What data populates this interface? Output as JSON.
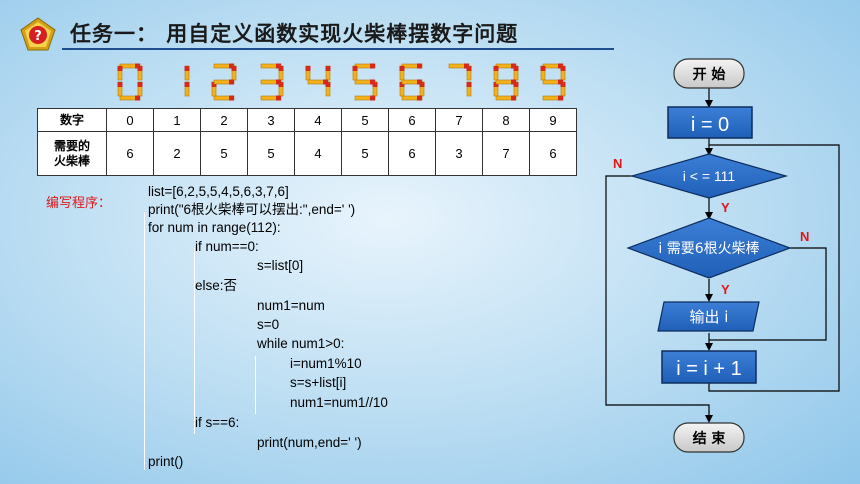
{
  "header": {
    "title": "任务一：  用自定义函数实现火柴棒摆数字问题",
    "icon": "question-mark-pentagon-icon"
  },
  "digit_banner": [
    "0",
    "1",
    "2",
    "3",
    "4",
    "5",
    "6",
    "7",
    "8",
    "9"
  ],
  "table": {
    "row1_header": "数字",
    "row2_header_line1": "需要的",
    "row2_header_line2": "火柴棒",
    "digits": [
      "0",
      "1",
      "2",
      "3",
      "4",
      "5",
      "6",
      "7",
      "8",
      "9"
    ],
    "counts": [
      "6",
      "2",
      "5",
      "5",
      "4",
      "5",
      "6",
      "3",
      "7",
      "6"
    ]
  },
  "code": {
    "label": "编写程序：",
    "lines": [
      "list=[6,2,5,5,4,5,6,3,7,6]",
      "print(\"6根火柴棒可以摆出:\",end=' ')",
      "for num in range(112):",
      "if num==0:",
      "s=list[0]",
      "else:否",
      "num1=num",
      "s=0",
      "while num1>0:",
      "i=num1%10",
      "s=s+list[i]",
      "num1=num1//10",
      "if s==6:",
      "print(num,end=' ')",
      "print()"
    ]
  },
  "flowchart": {
    "start": "开 始",
    "init": "i = 0",
    "cond1": "i < = 111",
    "cond2": "i 需要6根火柴棒",
    "output": "输出 i",
    "increment": "i = i + 1",
    "end": "结 束",
    "yes": "Y",
    "no": "N"
  }
}
